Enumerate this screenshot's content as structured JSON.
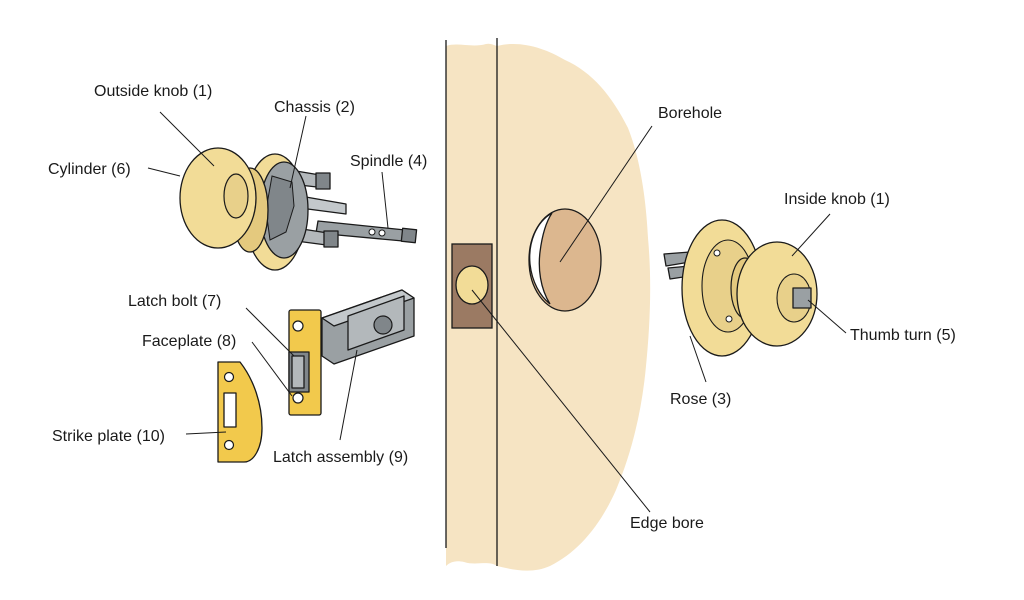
{
  "labels": {
    "outside_knob": "Outside knob (1)",
    "chassis": "Chassis (2)",
    "spindle": "Spindle (4)",
    "cylinder": "Cylinder (6)",
    "latch_bolt": "Latch bolt (7)",
    "faceplate": "Faceplate (8)",
    "strike_plate": "Strike plate (10)",
    "latch_assembly": "Latch assembly (9)",
    "borehole": "Borehole",
    "inside_knob": "Inside knob (1)",
    "thumb_turn": "Thumb turn (5)",
    "rose": "Rose (3)",
    "edge_bore": "Edge bore"
  },
  "colors": {
    "door": "#f6e4c3",
    "brass": "#f2dc97",
    "brass_dark": "#d9bd6a",
    "gold": "#f2c94c",
    "chassis_gray": "#9aa0a3",
    "edge_plate": "#9b7a63",
    "bore_inside": "#dcb78f",
    "outline": "#1a1a1a"
  }
}
